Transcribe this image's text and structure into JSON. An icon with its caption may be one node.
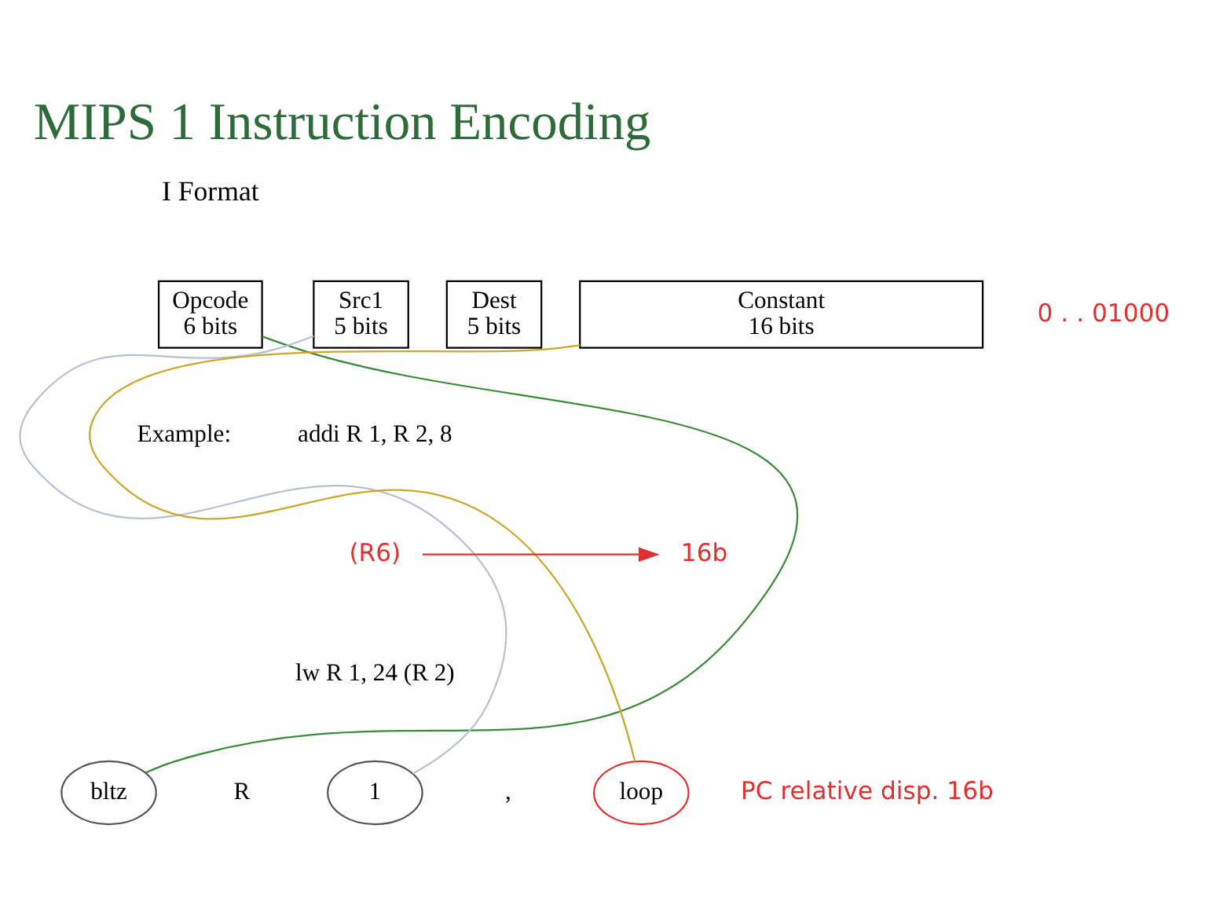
{
  "diagram": {
    "title": "MIPS 1 Instruction Encoding",
    "nodes": [
      {
        "text": [
          "Opcode",
          "6 bits"
        ]
      },
      {
        "text": [
          "Src1",
          "5 bits"
        ]
      },
      {
        "text": [
          "Dest",
          "5 bits"
        ]
      },
      {
        "text": [
          "Constant",
          "16 bits"
        ]
      },
      {
        "text": [
          "bltz"
        ]
      },
      {
        "text": [
          "1"
        ]
      },
      {
        "text": [
          "loop"
        ]
      },
      {
        "text": [
          "(R6)"
        ]
      },
      {
        "text": [
          "16b"
        ]
      }
    ],
    "edges": [
      {
        "from": 4,
        "to": 0,
        "arrow": "none",
        "color": "#3a8a3a"
      },
      {
        "from": 5,
        "to": 1,
        "arrow": "none",
        "color": "#b8c0d0"
      },
      {
        "from": 6,
        "to": 3,
        "arrow": "none",
        "color": "#c8a830"
      },
      {
        "from": 7,
        "to": 8,
        "arrow": "to",
        "color": "#e03030"
      }
    ],
    "labels": [
      "I Format",
      "Example:",
      "addi R 1, R 2, 8",
      "lw R 1, 24 (R 2)",
      "R",
      ",",
      "PC relative disp. 16b",
      "0 . . 01000"
    ]
  }
}
